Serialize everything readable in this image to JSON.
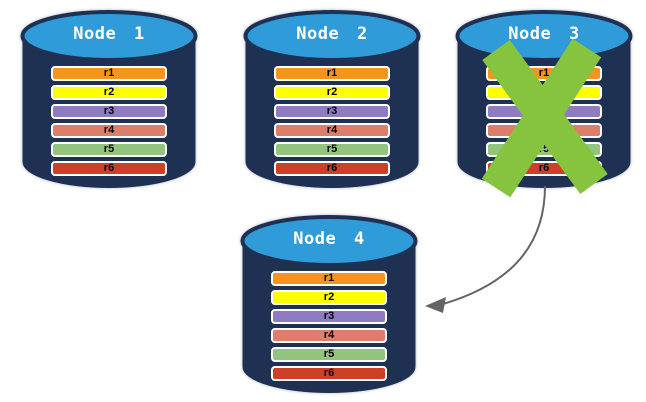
{
  "page": {
    "background": "#FFFFFF"
  },
  "diagram": {
    "colors": {
      "cylinder_body": "#1F3153",
      "cylinder_top": "#2F9CD9",
      "node_label_text": "#FFFFFF",
      "replica_text": "#000000",
      "replica_border": "#FFFFFF"
    },
    "failure_x_color": "#86C440",
    "arrow": {
      "from": "Node 3",
      "to": "Node 4",
      "color": "#646464"
    },
    "nodes": [
      {
        "label": "Node 1",
        "failed": false,
        "replicas": [
          {
            "label": "r1",
            "color": "#F7941D"
          },
          {
            "label": "r2",
            "color": "#FFFF00"
          },
          {
            "label": "r3",
            "color": "#8E7CC3"
          },
          {
            "label": "r4",
            "color": "#DD7E6B"
          },
          {
            "label": "r5",
            "color": "#93C47D"
          },
          {
            "label": "r6",
            "color": "#CC4125"
          }
        ]
      },
      {
        "label": "Node 2",
        "failed": false,
        "replicas": [
          {
            "label": "r1",
            "color": "#F7941D"
          },
          {
            "label": "r2",
            "color": "#FFFF00"
          },
          {
            "label": "r3",
            "color": "#8E7CC3"
          },
          {
            "label": "r4",
            "color": "#DD7E6B"
          },
          {
            "label": "r5",
            "color": "#93C47D"
          },
          {
            "label": "r6",
            "color": "#CC4125"
          }
        ]
      },
      {
        "label": "Node 3",
        "failed": true,
        "replicas": [
          {
            "label": "r1",
            "color": "#F7941D"
          },
          {
            "label": "r2",
            "color": "#FFFF00"
          },
          {
            "label": "r3",
            "color": "#8E7CC3"
          },
          {
            "label": "r4",
            "color": "#DD7E6B"
          },
          {
            "label": "r5",
            "color": "#93C47D"
          },
          {
            "label": "r6",
            "color": "#CC4125"
          }
        ]
      },
      {
        "label": "Node 4",
        "failed": false,
        "replicas": [
          {
            "label": "r1",
            "color": "#F7941D"
          },
          {
            "label": "r2",
            "color": "#FFFF00"
          },
          {
            "label": "r3",
            "color": "#8E7CC3"
          },
          {
            "label": "r4",
            "color": "#DD7E6B"
          },
          {
            "label": "r5",
            "color": "#93C47D"
          },
          {
            "label": "r6",
            "color": "#CC4125"
          }
        ]
      }
    ]
  }
}
